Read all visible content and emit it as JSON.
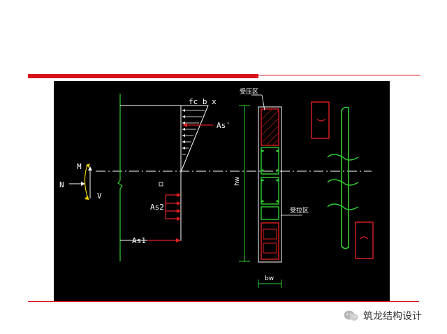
{
  "slide": {
    "accent_color": "#d8121b"
  },
  "diagram": {
    "labels": {
      "fcbx": "fc b x",
      "as_prime": "As'",
      "as2": "As2",
      "as1": "As1",
      "moment": "M",
      "axial": "N",
      "shear": "V",
      "height": "hw",
      "width": "bw",
      "compression_zone": "受压区",
      "tension_zone": "受拉区"
    }
  },
  "watermark": {
    "icon": "wechat-icon",
    "text": "筑龙结构设计"
  }
}
